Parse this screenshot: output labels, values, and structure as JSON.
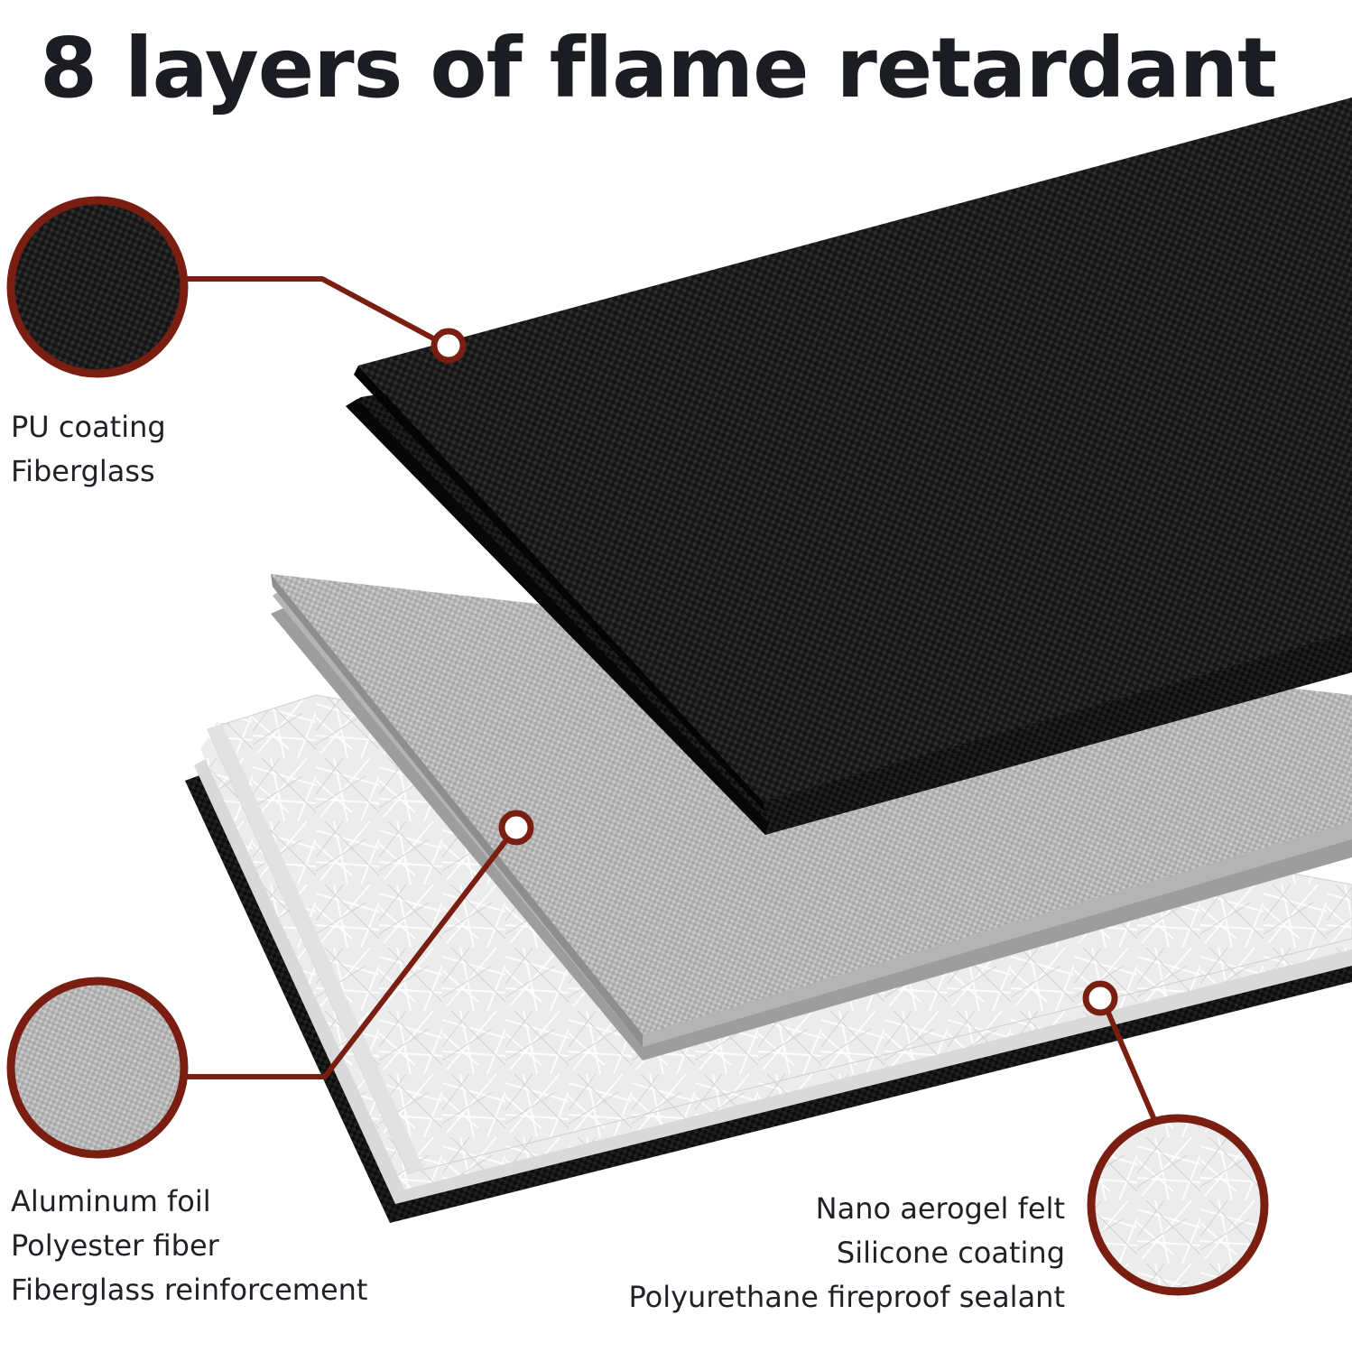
{
  "title": "8 layers of flame retardant",
  "callouts": [
    {
      "id": "top",
      "lines": [
        "PU coating",
        "Fiberglass"
      ]
    },
    {
      "id": "middle",
      "lines": [
        "Aluminum foil",
        "Polyester fiber",
        "Fiberglass reinforcement"
      ]
    },
    {
      "id": "bottom",
      "lines": [
        "Nano aerogel felt",
        "Silicone coating",
        "Polyurethane fireproof sealant"
      ]
    }
  ],
  "colors": {
    "accent": "#7a1e12",
    "title": "#1b1d22",
    "black_layer": "#151515",
    "grey_layer": "#b9b9b9",
    "white_layer": "#eeeeee"
  },
  "icons": {
    "pointer_dot": "ring-dot-icon",
    "magnifier": "circle-zoom-icon"
  }
}
